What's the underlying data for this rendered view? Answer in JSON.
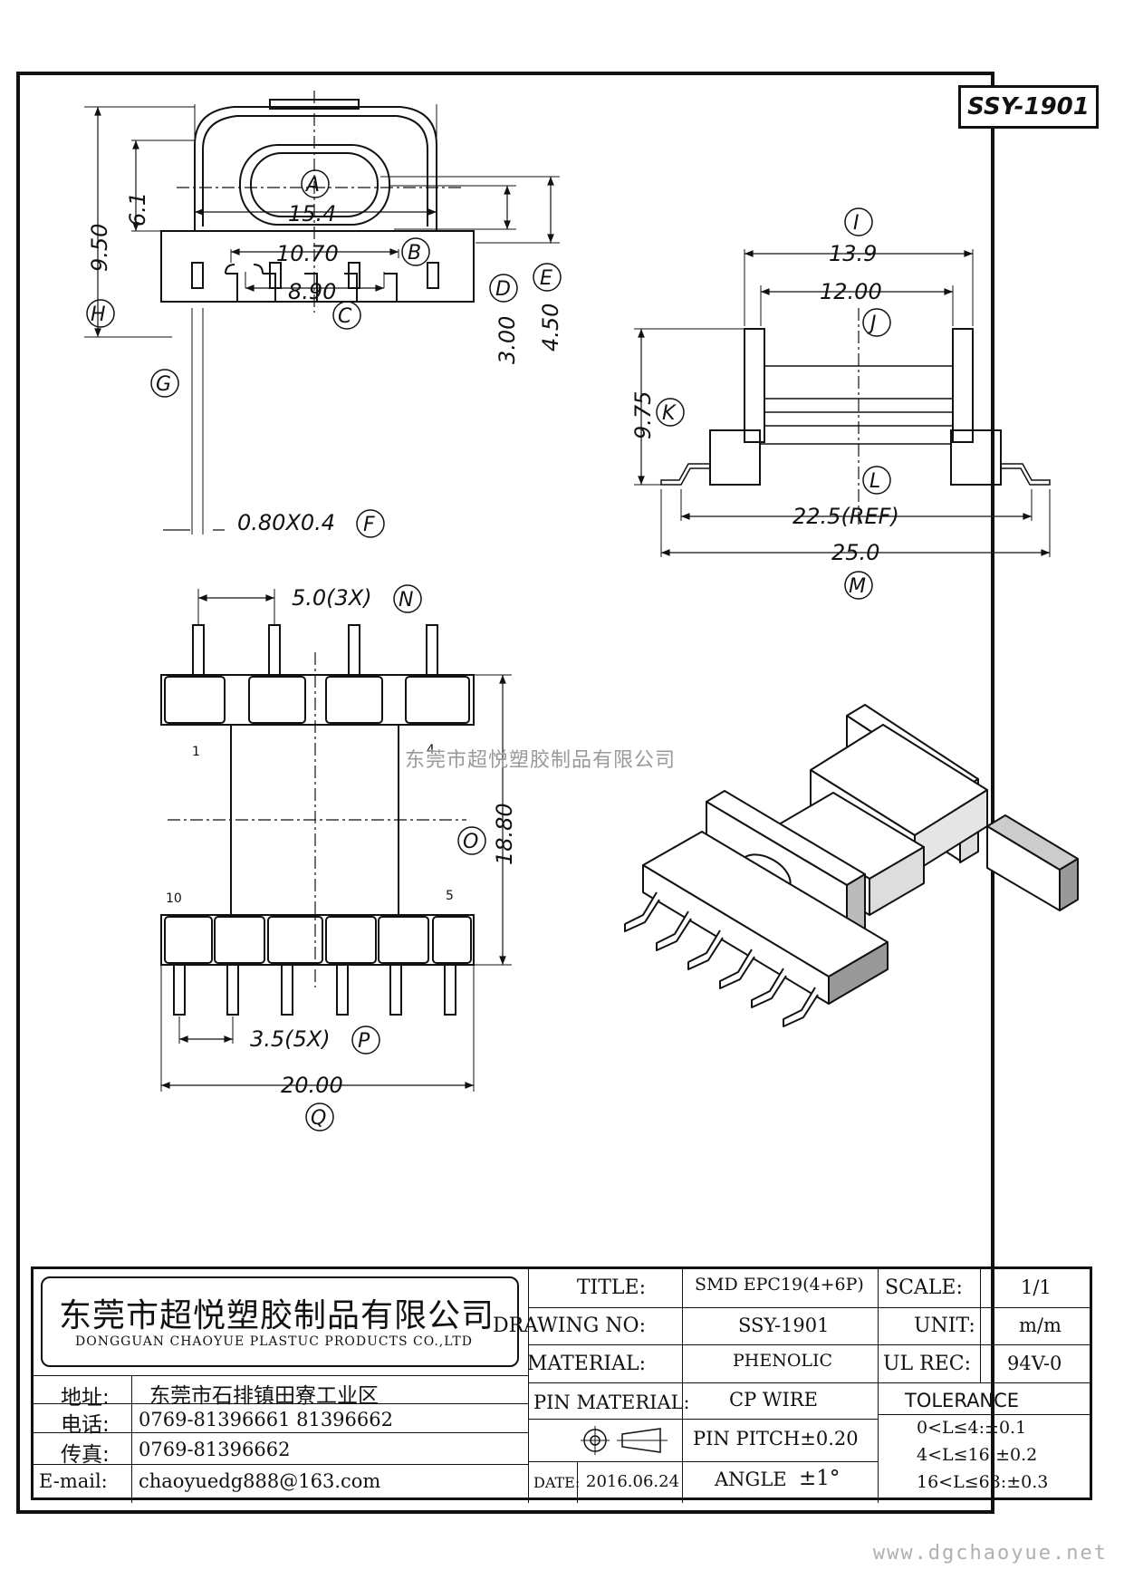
{
  "drawing_code": "SSY-1901",
  "watermark": "东莞市超悦塑胶制品有限公司",
  "website": "www.dgchaoyue.net",
  "front_view": {
    "dims": {
      "A": "15.4",
      "B": "10.70",
      "C": "8.90",
      "D": "3.00",
      "E": "4.50",
      "F": "0.80X0.4",
      "G": "6.1",
      "H": "9.50"
    },
    "labels": {
      "A": "A",
      "B": "B",
      "C": "C",
      "D": "D",
      "E": "E",
      "F": "F",
      "G": "G",
      "H": "H"
    }
  },
  "side_view": {
    "dims": {
      "I": "13.9",
      "J": "12.00",
      "K": "9.75",
      "L": "22.5(REF)",
      "M": "25.0"
    },
    "labels": {
      "I": "I",
      "J": "J",
      "K": "K",
      "L": "L",
      "M": "M"
    }
  },
  "bottom_view": {
    "dims": {
      "N": "5.0(3X)",
      "O": "18.80",
      "P": "3.5(5X)",
      "Q": "20.00"
    },
    "labels": {
      "N": "N",
      "O": "O",
      "P": "P",
      "Q": "Q"
    },
    "pins": {
      "p1": "1",
      "p4": "4",
      "p5": "5",
      "p10": "10"
    }
  },
  "title_block": {
    "company_cn": "东莞市超悦塑胶制品有限公司",
    "company_en": "DONGGUAN CHAOYUE PLASTUC PRODUCTS CO.,LTD",
    "address_label": "地址:",
    "address": "东莞市石排镇田寮工业区",
    "phone_label": "电话:",
    "phone": "0769-81396661  81396662",
    "fax_label": "传真:",
    "fax": "0769-81396662",
    "email_label": "E-mail:",
    "email": "chaoyuedg888@163.com",
    "title_label": "TITLE:",
    "title": "SMD EPC19(4+6P)",
    "drawing_no_label": "DRAWING NO:",
    "drawing_no": "SSY-1901",
    "material_label": "MATERIAL:",
    "material": "PHENOLIC",
    "pin_material_label": "PIN MATERIAL:",
    "pin_material": "CP WIRE",
    "pin_pitch": "PIN PITCH±0.20",
    "date_label": "DATE:",
    "date": "2016.06.24",
    "angle_label": "ANGLE",
    "angle": "±1°",
    "scale_label": "SCALE:",
    "scale": "1/1",
    "unit_label": "UNIT:",
    "unit": "m/m",
    "ul_label": "UL REC:",
    "ul": "94V-0",
    "tolerance_label": "TOLERANCE",
    "tol1": "0<L≤4:±0.1",
    "tol2": "4<L≤16:±0.2",
    "tol3": "16<L≤63:±0.3"
  }
}
